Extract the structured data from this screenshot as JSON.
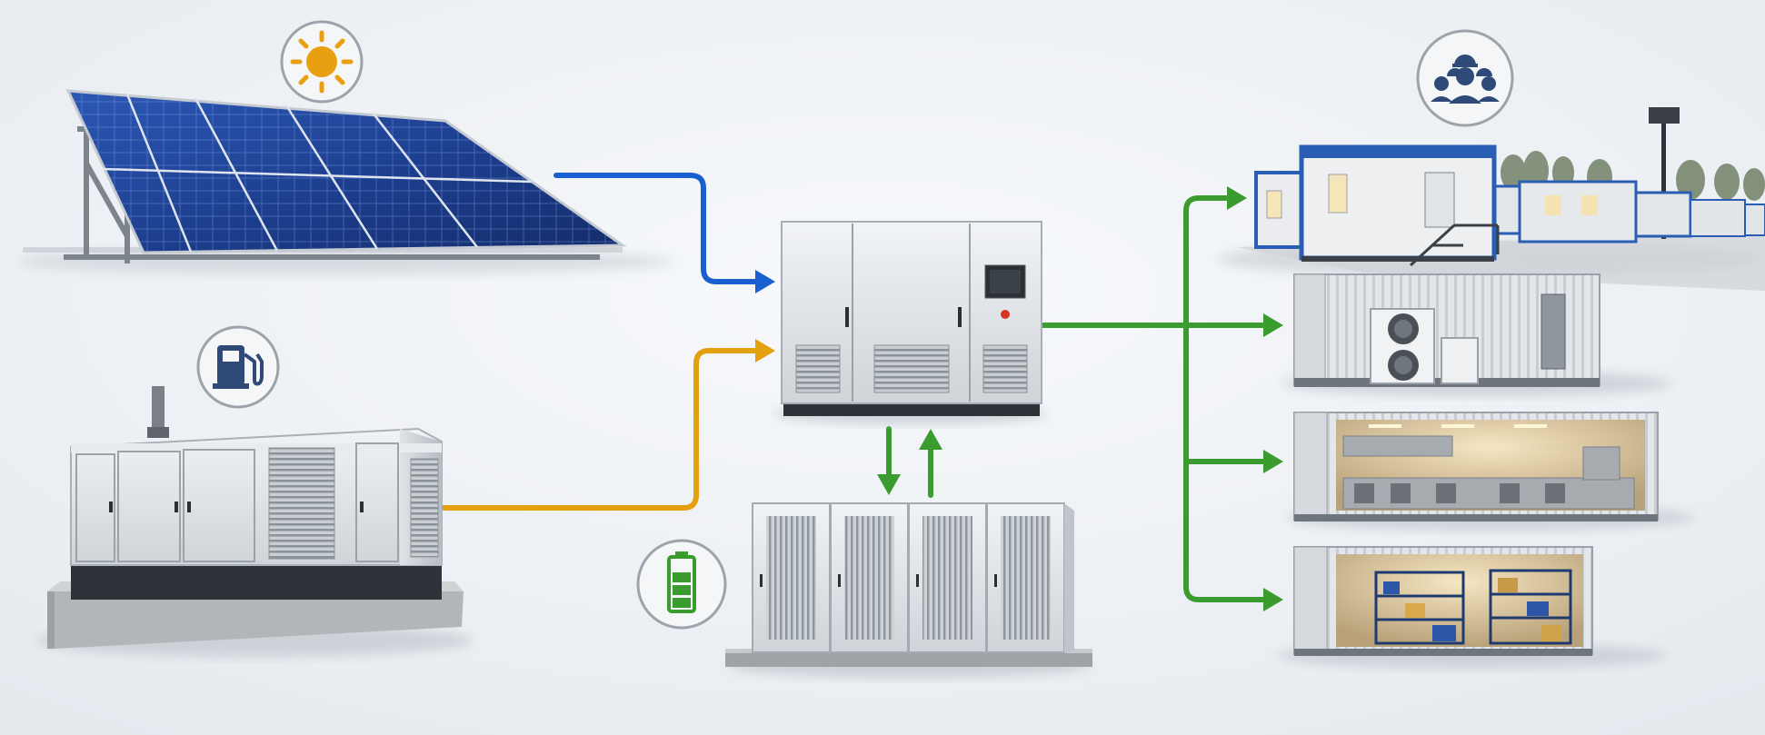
{
  "diagram": {
    "sources": [
      {
        "id": "solar",
        "icon": "sun-icon",
        "color": "#1a5fd0"
      },
      {
        "id": "generator",
        "icon": "fuel-pump-icon",
        "color": "#e4a00f"
      }
    ],
    "hub": {
      "id": "power-conversion-system"
    },
    "storage": {
      "id": "battery-storage",
      "icon": "battery-icon",
      "color": "#3a9b2e"
    },
    "loads": [
      {
        "id": "worker-camp",
        "icon": "workers-icon"
      },
      {
        "id": "hvac-container"
      },
      {
        "id": "kitchen-container"
      },
      {
        "id": "storage-container"
      }
    ],
    "colors": {
      "solar_line": "#1a5fd0",
      "generator_line": "#e4a00f",
      "output_line": "#3a9b2e",
      "background": "#eef1f5"
    }
  }
}
